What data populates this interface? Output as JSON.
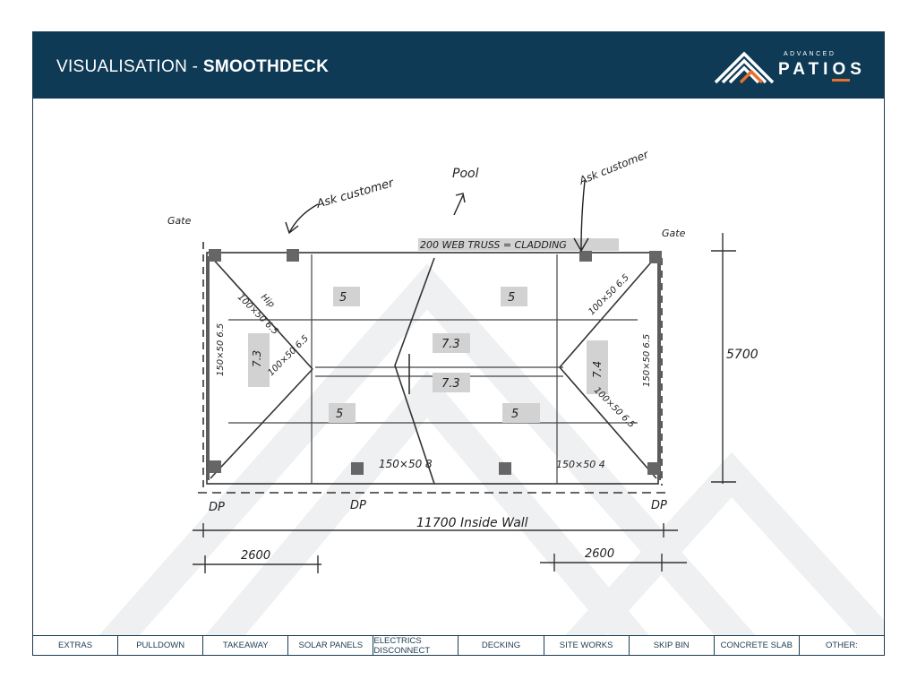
{
  "header": {
    "title_light": "VISUALISATION - ",
    "title_bold": "SMOOTHDECK",
    "logo": {
      "sub": "ADVANCED",
      "main_a": "PATI",
      "main_o": "O",
      "main_b": "S"
    }
  },
  "sketch": {
    "ask_customer_left": "Ask customer",
    "ask_customer_right": "Ask customer",
    "pool": "Pool",
    "gate_left": "Gate",
    "gate_right": "Gate",
    "truss_label": "200 WEB TRUSS = CLADDING",
    "dim_height": "5700",
    "dim_width": "11700 Inside Wall",
    "dim_left": "2600",
    "dim_right": "2600",
    "beam_bottom_mid": "150×50  8",
    "beam_bottom_right": "150×50  4",
    "beam_left_side": "150×50 6.5",
    "beam_right_side": "150×50 6.5",
    "hip_upper_left": "100×50 6.5",
    "hip_lower_left": "100×50 6.5",
    "hip_upper_right": "100×50 6.5",
    "hip_lower_right": "100×50 6.5",
    "hip_tag": "Hip",
    "bay_5_a": "5",
    "bay_5_b": "5",
    "bay_5_c": "5",
    "bay_5_d": "5",
    "ridge_upper": "7.3",
    "ridge_lower": "7.3",
    "side_left": "7.3",
    "side_right": "7.4",
    "dp_left": "DP",
    "dp_mid": "DP",
    "dp_right": "DP"
  },
  "footer": {
    "items": [
      "EXTRAS",
      "PULLDOWN",
      "TAKEAWAY",
      "SOLAR PANELS",
      "ELECTRICS DISCONNECT",
      "DECKING",
      "SITE WORKS",
      "SKIP BIN",
      "CONCRETE SLAB",
      "OTHER:"
    ]
  },
  "colors": {
    "header_bg": "#0e3a55",
    "accent": "#e8702a",
    "watermark": "#eef0f2"
  }
}
